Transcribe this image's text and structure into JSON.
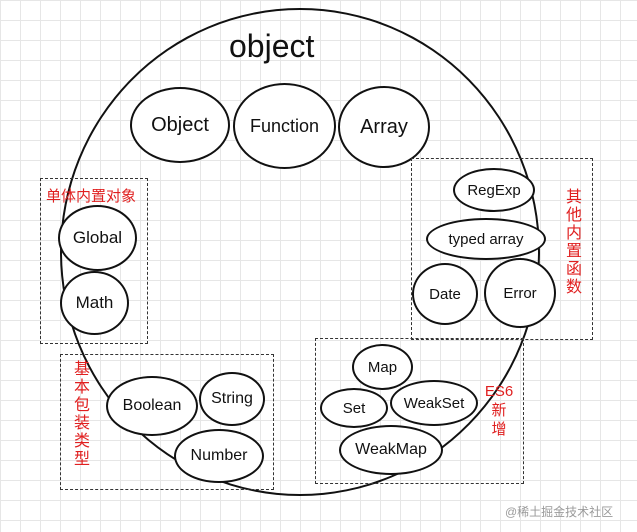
{
  "title": "object",
  "top_nodes": [
    "Object",
    "Function",
    "Array"
  ],
  "singleton": {
    "label": "单体内置对象",
    "items": [
      "Global",
      "Math"
    ]
  },
  "other_builtin": {
    "label_chars": [
      "其",
      "他",
      "内",
      "置",
      "函",
      "数"
    ],
    "items": [
      "RegExp",
      "typed array",
      "Date",
      "Error"
    ]
  },
  "wrapper": {
    "label_chars": [
      "基",
      "本",
      "包",
      "装",
      "类",
      "型"
    ],
    "items": [
      "Boolean",
      "String",
      "Number"
    ]
  },
  "es6": {
    "label_chars": [
      "ES6",
      "新",
      "增"
    ],
    "items": [
      "Map",
      "Set",
      "WeakSet",
      "WeakMap"
    ]
  },
  "watermark": "@稀土掘金技术社区",
  "colors": {
    "label_red": "#e02020",
    "stroke": "#111111"
  }
}
